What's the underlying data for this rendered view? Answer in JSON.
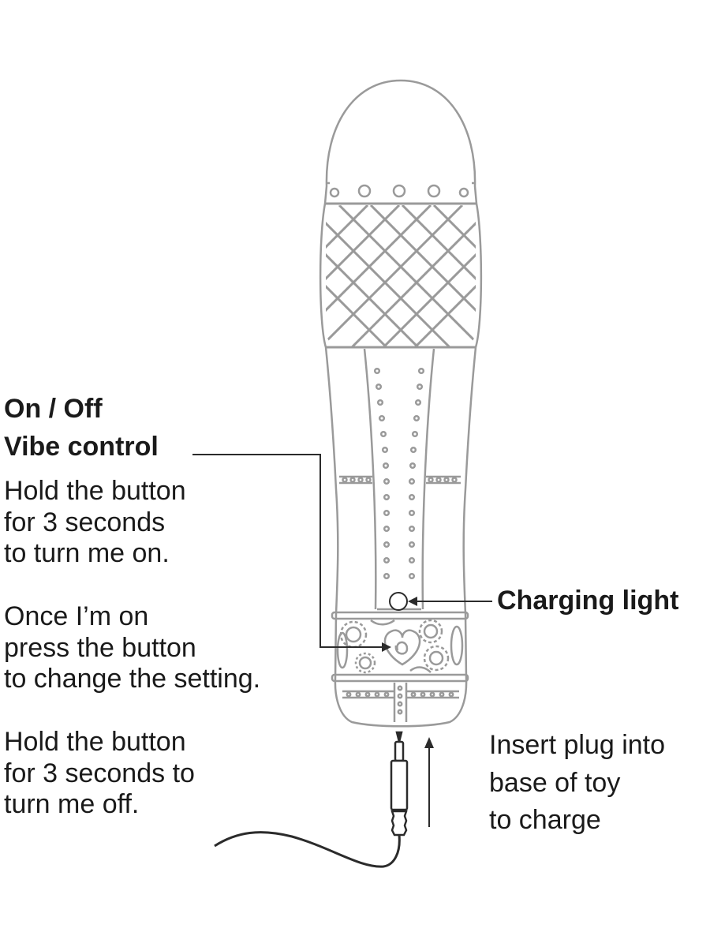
{
  "callouts": {
    "on_off": {
      "title": "On / Off",
      "subtitle": "Vibe control"
    },
    "hold_to_turn_on": [
      "Hold the button",
      "for 3 seconds",
      "to turn me on."
    ],
    "press_to_change": [
      "Once I’m on",
      "press the button",
      "to change the setting."
    ],
    "hold_to_turn_off": [
      "Hold the button",
      "for 3 seconds to",
      "turn me off."
    ],
    "charging_light": "Charging light",
    "charging_instructions": [
      "Insert plug into",
      "base of toy",
      "to charge"
    ]
  },
  "icons": {
    "device": "vibrator-outline-illustration",
    "plug": "charging-plug-icon",
    "arrow": "up-arrow-icon",
    "logo": "heart-logo-icon"
  },
  "colors": {
    "outline": "#9a9a9a",
    "text": "#1a1a1a",
    "leader": "#2b2b2b",
    "background": "#ffffff"
  }
}
